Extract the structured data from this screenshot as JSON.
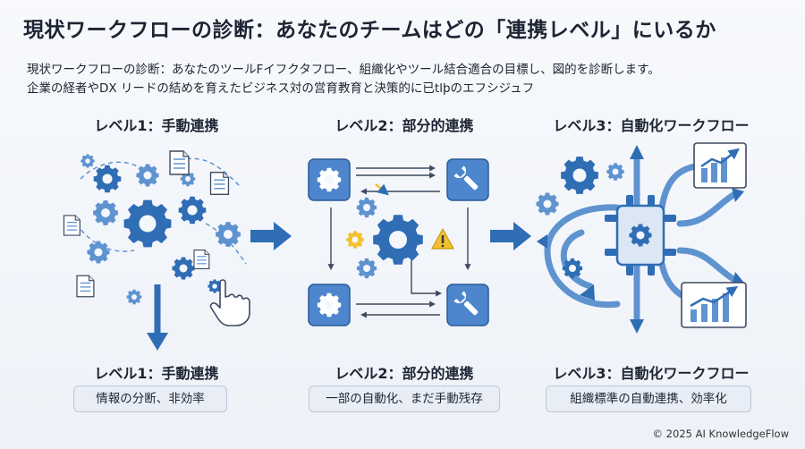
{
  "header": {
    "title": "現状ワークフローの診断：あなたのチームはどの「連携レベル」にいるか",
    "subtitle_line1": "現状ワークフローの診断：あなたのツールFイフクタフロー、組織化やツール結合適合の目標し、図的を診断します。",
    "subtitle_line2": "企業の経者やDX リードの結めを育えたビジネス対の営育教育と決策的に已tlþのエフシジュフ"
  },
  "levels": [
    {
      "title": "レベル1：手動連携",
      "bottom_title": "レベル1：手動連携",
      "caption": "情報の分断、非効率"
    },
    {
      "title": "レベル2：部分的連携",
      "bottom_title": "レベル2：部分的連携",
      "caption": "一部の自動化、まだ手動残存"
    },
    {
      "title": "レベル3：自動化ワークフロー",
      "bottom_title": "レベル3：自動化ワークフロー",
      "caption": "組織標準の自動連携、効率化"
    }
  ],
  "footer": {
    "copyright": "© 2025 AI KnowledgeFlow"
  },
  "colors": {
    "primary": "#2f6db5",
    "light": "#5f93d0",
    "pale": "#dce7f5",
    "warning": "#f2c12e"
  },
  "icons": [
    "gear-icon",
    "document-icon",
    "hand-pointer-icon",
    "wrench-icon",
    "warning-icon",
    "chart-icon",
    "hub-icon",
    "arrow-icon"
  ]
}
